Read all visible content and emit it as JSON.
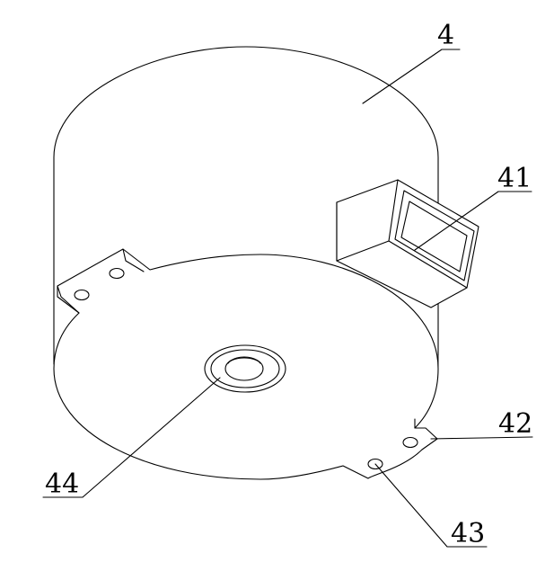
{
  "labels": {
    "housing": "4",
    "connector": "41",
    "mounting_ear": "42",
    "mounting_hole": "43",
    "shaft_hole": "44"
  }
}
